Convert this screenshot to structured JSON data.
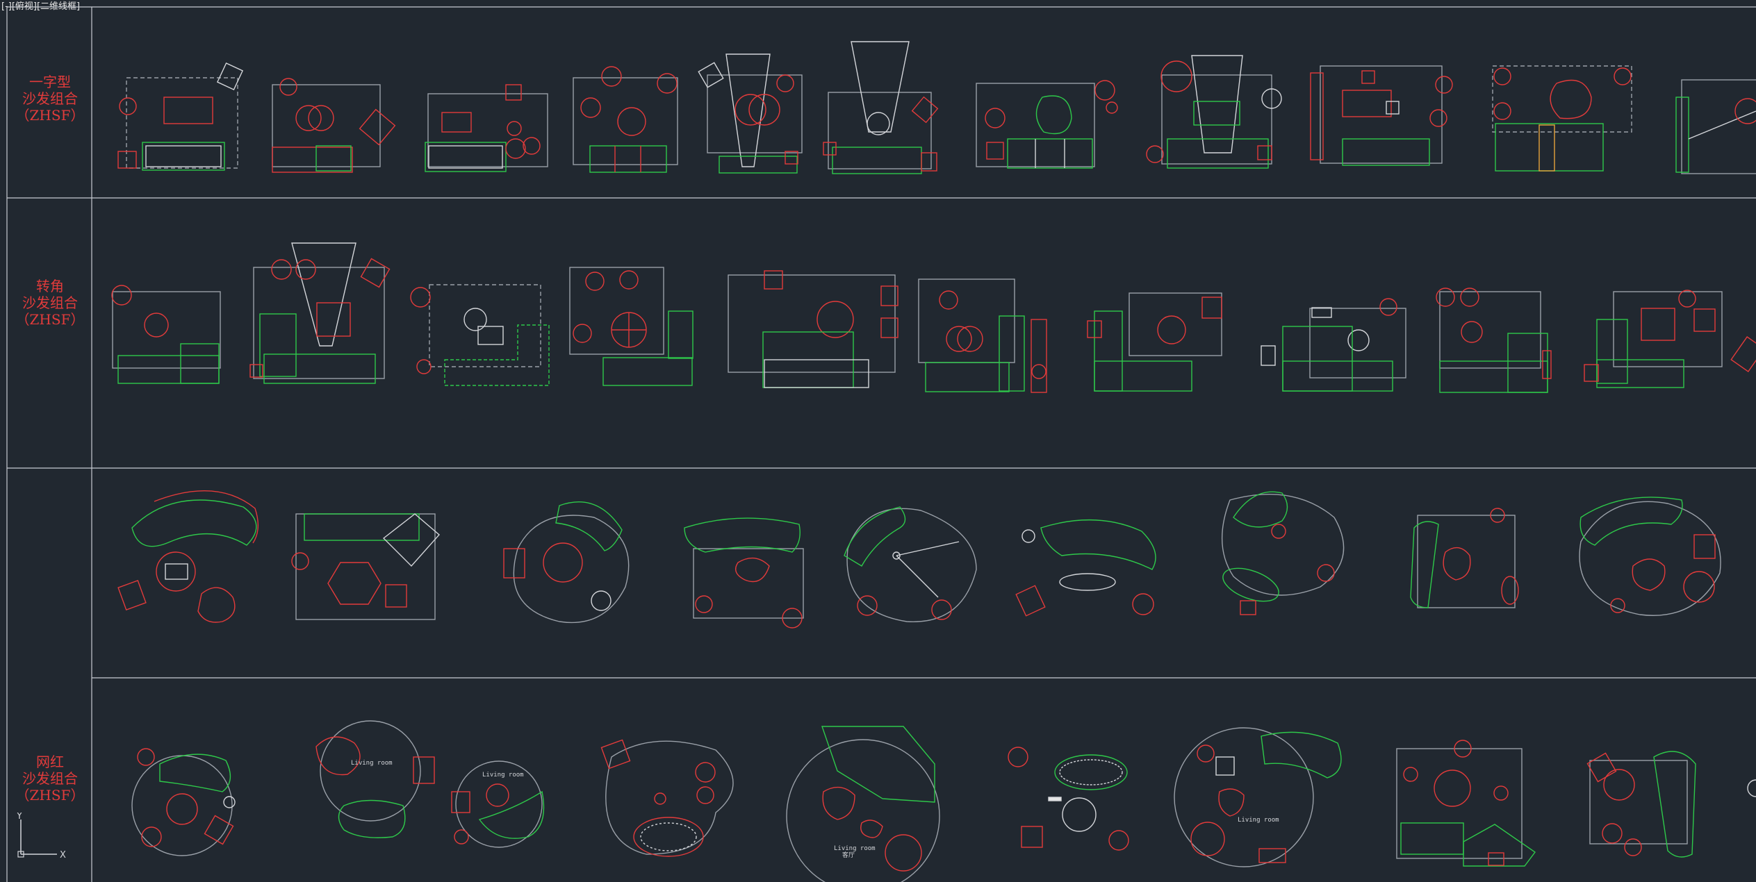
{
  "viewport": {
    "label": "[-][俯视][二维线框]"
  },
  "rows": [
    {
      "id": "row-1",
      "label_lines": [
        "一字型",
        "沙发组合",
        "（ZHSF）"
      ]
    },
    {
      "id": "row-2",
      "label_lines": [
        "转角",
        "沙发组合",
        "（ZHSF）"
      ]
    },
    {
      "id": "row-3",
      "label_lines": []
    },
    {
      "id": "row-4",
      "label_lines": [
        "网红",
        "沙发组合",
        "（ZHSF）"
      ]
    }
  ],
  "ucs": {
    "y_label": "Y",
    "x_label": "X"
  },
  "colors": {
    "background": "#212830",
    "grid_line": "#c8ccd2",
    "line_white": "#d4d6da",
    "line_red": "#e23b3b",
    "line_green": "#2ec84a",
    "label_red": "#e23b3b"
  },
  "annotations": {
    "living_room_en": "Living room",
    "living_room_cn": "客厅"
  }
}
